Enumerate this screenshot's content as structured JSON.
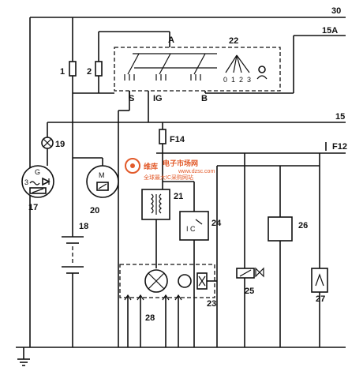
{
  "rails": {
    "r30": "30",
    "r15A": "15A",
    "r15": "15",
    "rF12": "F12"
  },
  "ignition_switch": {
    "id": "22",
    "terminals": {
      "A": "A",
      "S": "S",
      "IG": "IG",
      "B": "B"
    },
    "positions": [
      "0",
      "1",
      "2",
      "3"
    ]
  },
  "fuse": {
    "id": "F14"
  },
  "components": {
    "c1": "1",
    "c2": "2",
    "c17": "17",
    "c18": "18",
    "c19": "19",
    "c20": "20",
    "c21": "21",
    "c23": "23",
    "c24": "24",
    "c25": "25",
    "c26": "26",
    "c27": "27",
    "c28": "28"
  },
  "symbols": {
    "generator_g": "G",
    "generator_3": "3",
    "starter_m": "M",
    "ic_label": "I C"
  },
  "watermark": {
    "brand": "维库",
    "title": "电子市场网",
    "url": "www.dzsc.com",
    "slogan": "全球最大IC采购网站",
    "color": "#e25a2a"
  }
}
